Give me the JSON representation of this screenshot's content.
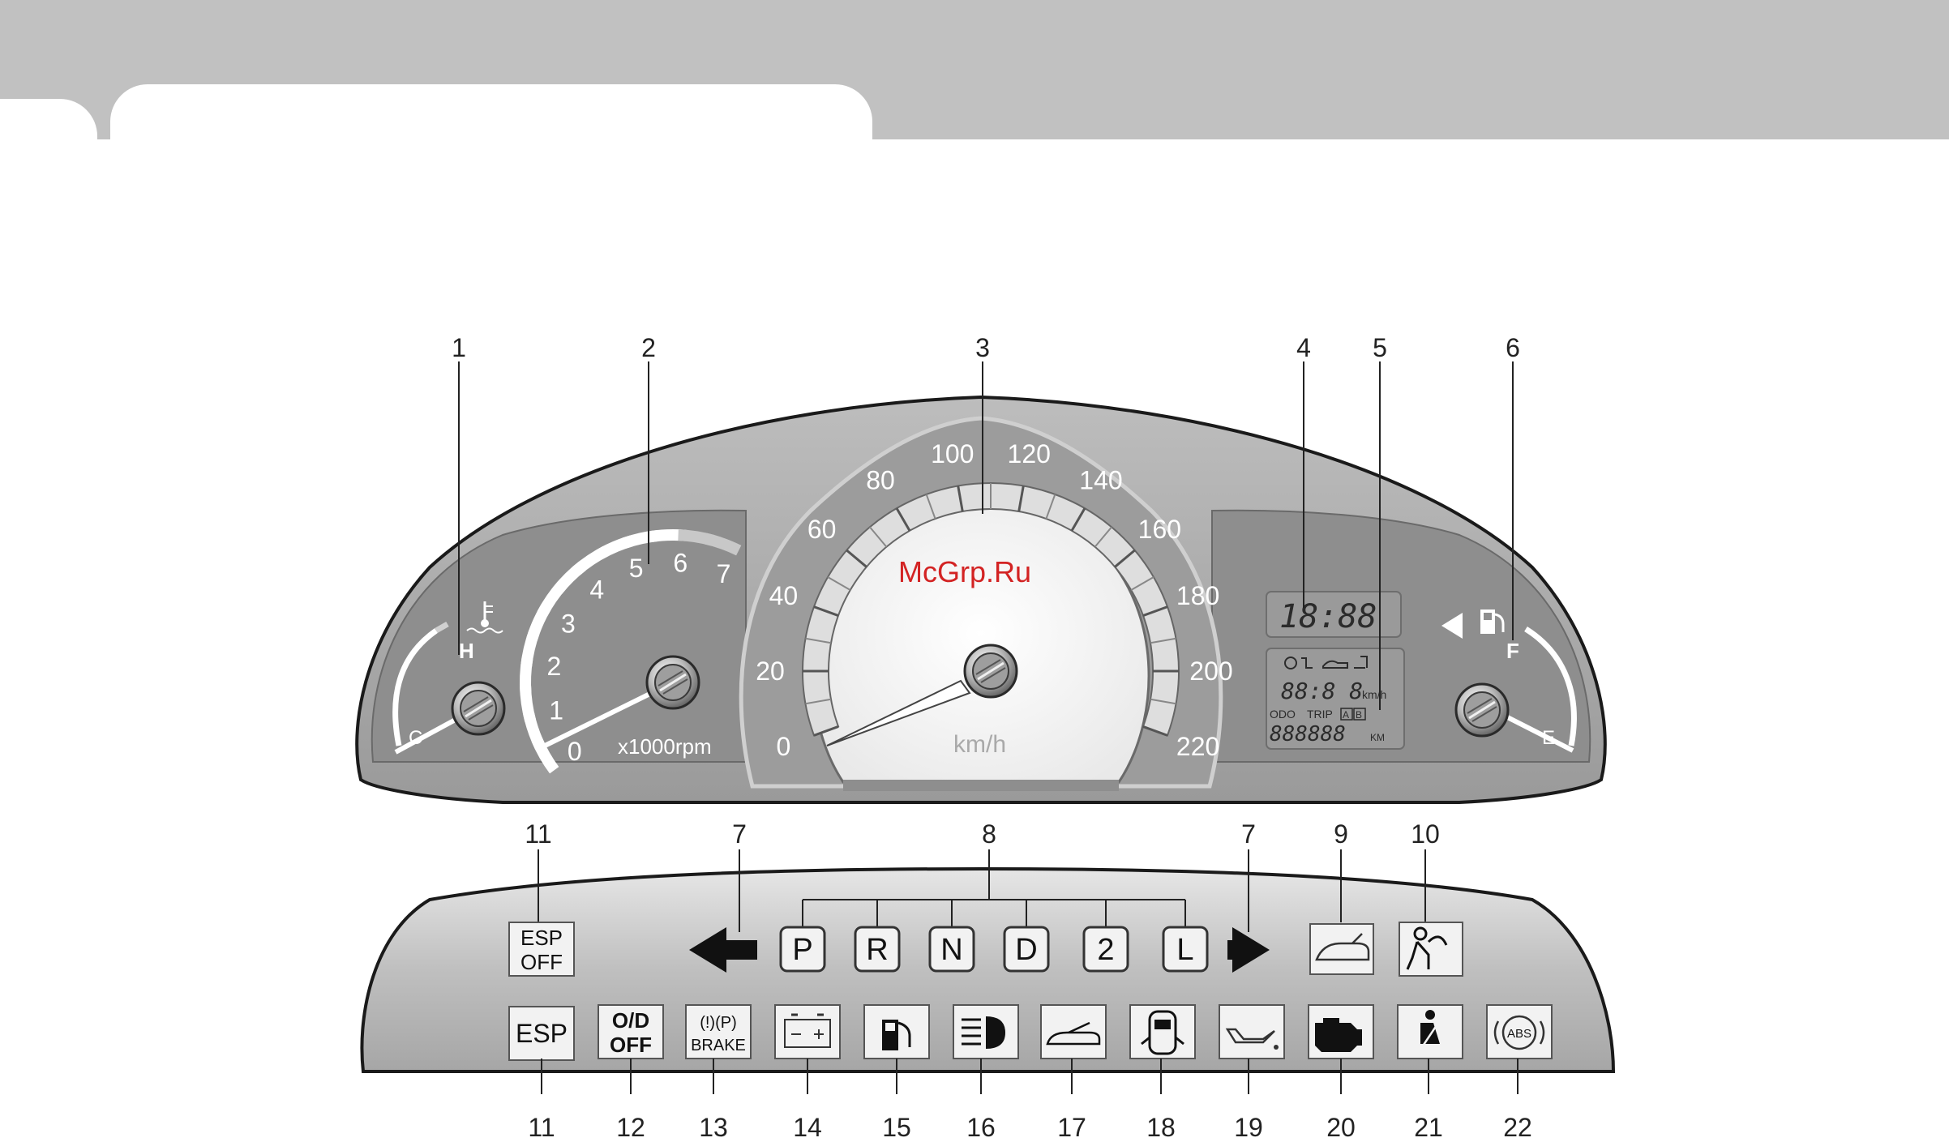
{
  "callouts_top": [
    "1",
    "2",
    "3",
    "4",
    "5",
    "6"
  ],
  "callouts_middle": [
    "11",
    "7",
    "8",
    "7",
    "9",
    "10"
  ],
  "callouts_bottom": [
    "11",
    "12",
    "13",
    "14",
    "15",
    "16",
    "17",
    "18",
    "19",
    "20",
    "21",
    "22"
  ],
  "temperature_gauge": {
    "hot_label": "H",
    "cold_label": "C"
  },
  "tachometer": {
    "ticks": [
      "0",
      "1",
      "2",
      "3",
      "4",
      "5",
      "6",
      "7"
    ],
    "unit": "x1000rpm"
  },
  "speedometer": {
    "ticks": [
      "0",
      "20",
      "40",
      "60",
      "80",
      "100",
      "120",
      "140",
      "160",
      "180",
      "200",
      "220"
    ],
    "unit": "km/h",
    "watermark": "McGrp.Ru"
  },
  "digital_clock": {
    "text": "18:88"
  },
  "lcd_display": {
    "speed_text": "88:8 8",
    "speed_unit": "km/h",
    "mode_odo": "ODO",
    "mode_trip": "TRIP",
    "trip_a": "A",
    "trip_b": "B",
    "odometer_digits": "888888",
    "distance_unit": "KM"
  },
  "fuel_gauge": {
    "full_label": "F",
    "empty_label": "E"
  },
  "gear_indicators": [
    "P",
    "R",
    "N",
    "D",
    "2",
    "L"
  ],
  "warning_lights": {
    "esp_off": [
      "ESP",
      "OFF"
    ],
    "esp": "ESP",
    "od_off": [
      "O/D",
      "OFF"
    ],
    "brake": "BRAKE",
    "brake_symbols": "(!)(P)",
    "abs": "ABS"
  },
  "colors": {
    "cluster_face": "#a9a9a9",
    "panel_dark": "#8e8e8e",
    "gauge_white": "#ffffff",
    "watermark_red": "#d32323",
    "tab_bar": "#c1c1c1"
  }
}
